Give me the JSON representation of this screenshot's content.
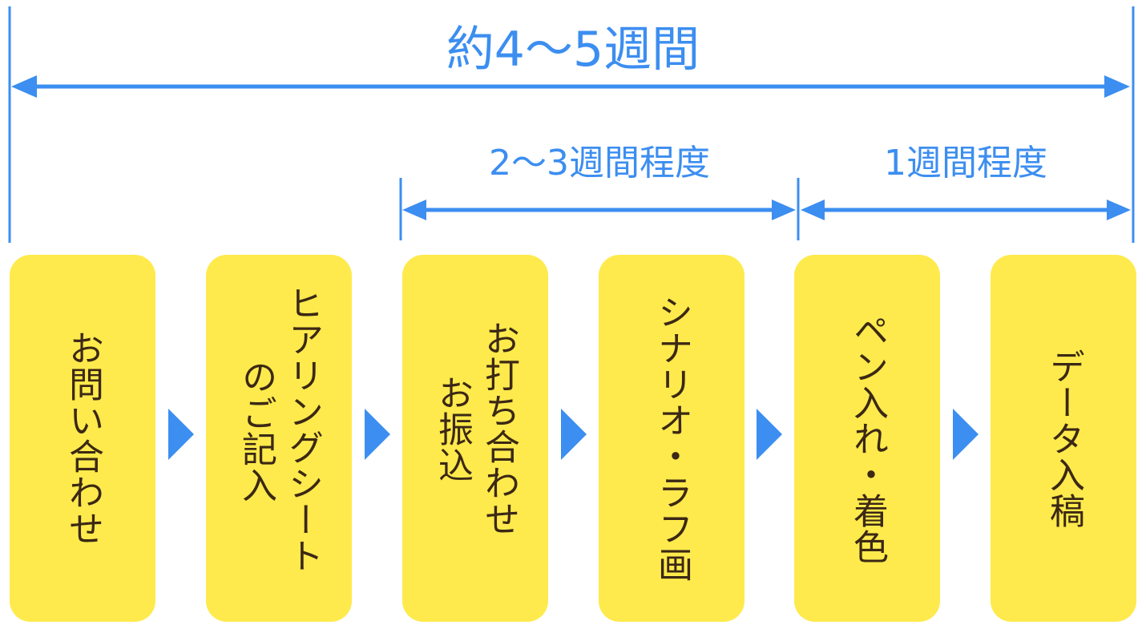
{
  "durations": {
    "total": "約4〜5週間",
    "phase1": "2〜3週間程度",
    "phase2": "1週間程度"
  },
  "steps": [
    {
      "lines": [
        "お問い合わせ"
      ]
    },
    {
      "lines": [
        "ヒアリングシート",
        "のご記入"
      ]
    },
    {
      "lines": [
        "お打ち合わせ",
        "お振込"
      ]
    },
    {
      "lines": [
        "シナリオ・ラフ画"
      ]
    },
    {
      "lines": [
        "ペン入れ・着色"
      ]
    },
    {
      "lines": [
        "データ入稿"
      ]
    }
  ],
  "colors": {
    "accent": "#3c8ef0",
    "step_fill": "#feea4c",
    "step_text": "#3b2815"
  }
}
